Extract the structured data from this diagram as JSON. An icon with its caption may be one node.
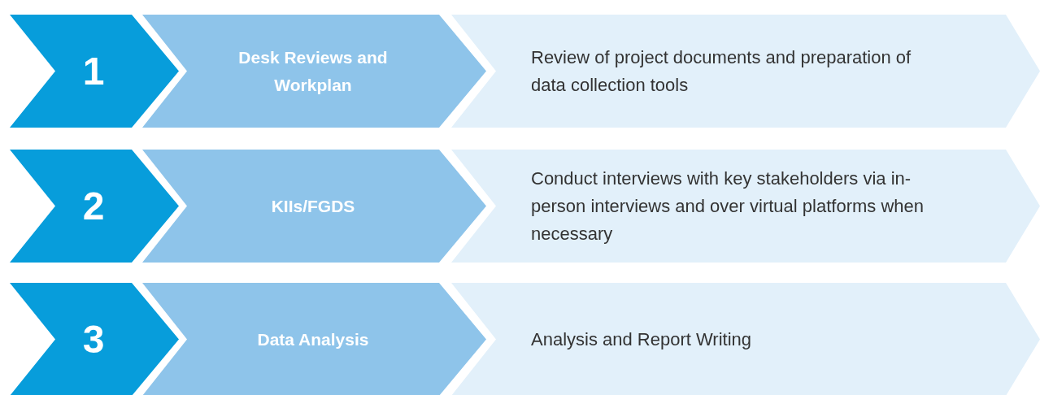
{
  "diagram": {
    "nodes": [
      {
        "text": [
          "1"
        ]
      },
      {
        "text": [
          "Desk Reviews and Workplan"
        ]
      },
      {
        "text": [
          "Review of project documents and preparation of data collection tools"
        ]
      },
      {
        "text": [
          "2"
        ]
      },
      {
        "text": [
          "KIIs/FGDS"
        ]
      },
      {
        "text": [
          "Conduct interviews with key stakeholders via in-person interviews and over virtual platforms when necessary"
        ]
      },
      {
        "text": [
          "3"
        ]
      },
      {
        "text": [
          "Data Analysis"
        ]
      },
      {
        "text": [
          "Analysis and Report Writing"
        ]
      }
    ]
  }
}
